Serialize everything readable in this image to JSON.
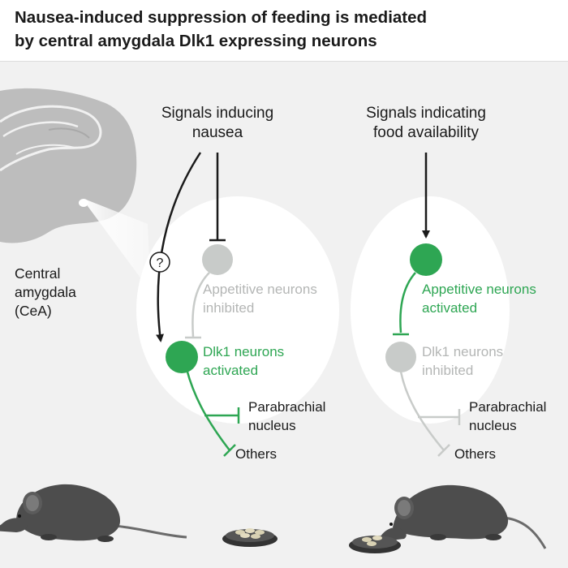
{
  "title": {
    "line1": "Nausea-induced suppression of feeding is mediated",
    "line2": "by central amygdala Dlk1 expressing neurons"
  },
  "brain": {
    "region_line1": "Central",
    "region_line2": "amygdala",
    "region_line3": "(CeA)"
  },
  "left_panel": {
    "signal_line1": "Signals inducing",
    "signal_line2": "nausea",
    "question_mark": "?",
    "appetitive_line1": "Appetitive neurons",
    "appetitive_line2": "inhibited",
    "dlk1_line1": "Dlk1 neurons",
    "dlk1_line2": "activated",
    "target1_line1": "Parabrachial",
    "target1_line2": "nucleus",
    "target2": "Others"
  },
  "right_panel": {
    "signal_line1": "Signals indicating",
    "signal_line2": "food availability",
    "appetitive_line1": "Appetitive neurons",
    "appetitive_line2": "activated",
    "dlk1_line1": "Dlk1 neurons",
    "dlk1_line2": "inhibited",
    "target1_line1": "Parabrachial",
    "target1_line2": "nucleus",
    "target2": "Others"
  },
  "colors": {
    "active_green": "#2ea653",
    "inactive_gray": "#c8cbc9",
    "text_dark": "#1a1a1a",
    "text_gray": "#b4b6b5",
    "brain_gray": "#bdbdbd",
    "mouse_gray": "#4d4d4d"
  }
}
